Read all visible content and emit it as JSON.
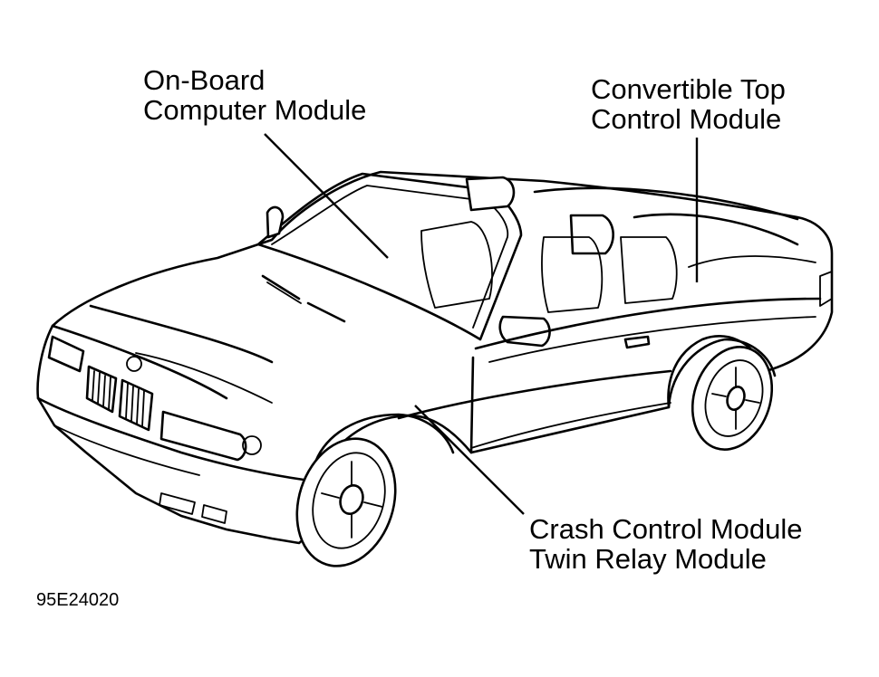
{
  "callouts": {
    "onboard": [
      "On-Board",
      "Computer Module"
    ],
    "convertible": [
      "Convertible Top",
      "Control Module"
    ],
    "crash": [
      "Crash Control Module",
      "Twin Relay Module"
    ]
  },
  "figure_id": "95E24020",
  "colors": {
    "ink": "#000000",
    "paper": "#ffffff"
  }
}
